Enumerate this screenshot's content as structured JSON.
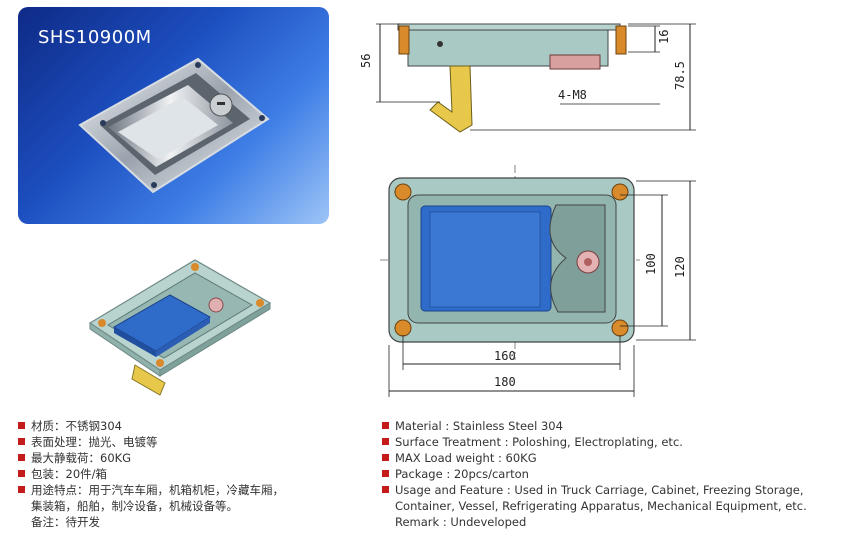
{
  "product": {
    "model": "SHS10900M"
  },
  "dimensions": {
    "height_56": "56",
    "height_16": "16",
    "height_78_5": "78.5",
    "thread": "4-M8",
    "width_100": "100",
    "width_120": "120",
    "length_160": "160",
    "length_180": "180"
  },
  "specs_cn": [
    {
      "text": "材质：不锈钢304",
      "bullet": true
    },
    {
      "text": "表面处理：抛光、电镀等",
      "bullet": true
    },
    {
      "text": "最大静载荷：60KG",
      "bullet": true
    },
    {
      "text": "包装：20件/箱",
      "bullet": true
    },
    {
      "text": "用途特点：用于汽车车厢，机箱机柜，冷藏车厢，",
      "bullet": true
    },
    {
      "text": "集装箱，船舶，制冷设备，机械设备等。",
      "bullet": false
    },
    {
      "text": "备注：待开发",
      "bullet": false
    }
  ],
  "specs_en": [
    {
      "text": "Material : Stainless Steel 304",
      "bullet": true
    },
    {
      "text": "Surface Treatment : Poloshing, Electroplating, etc.",
      "bullet": true
    },
    {
      "text": "MAX Load weight : 60KG",
      "bullet": true
    },
    {
      "text": "Package : 20pcs/carton",
      "bullet": true
    },
    {
      "text": "Usage and Feature : Used in Truck Carriage, Cabinet, Freezing Storage,",
      "bullet": true
    },
    {
      "text": "Container, Vessel, Refrigerating Apparatus, Mechanical Equipment, etc.",
      "bullet": false
    },
    {
      "text": "Remark : Undeveloped",
      "bullet": false
    }
  ],
  "colors": {
    "bullet": "#c41c1c",
    "handle_blue": "#2f6cc9",
    "body_teal": "#a9c9c4",
    "bolt_orange": "#d98a2b"
  }
}
